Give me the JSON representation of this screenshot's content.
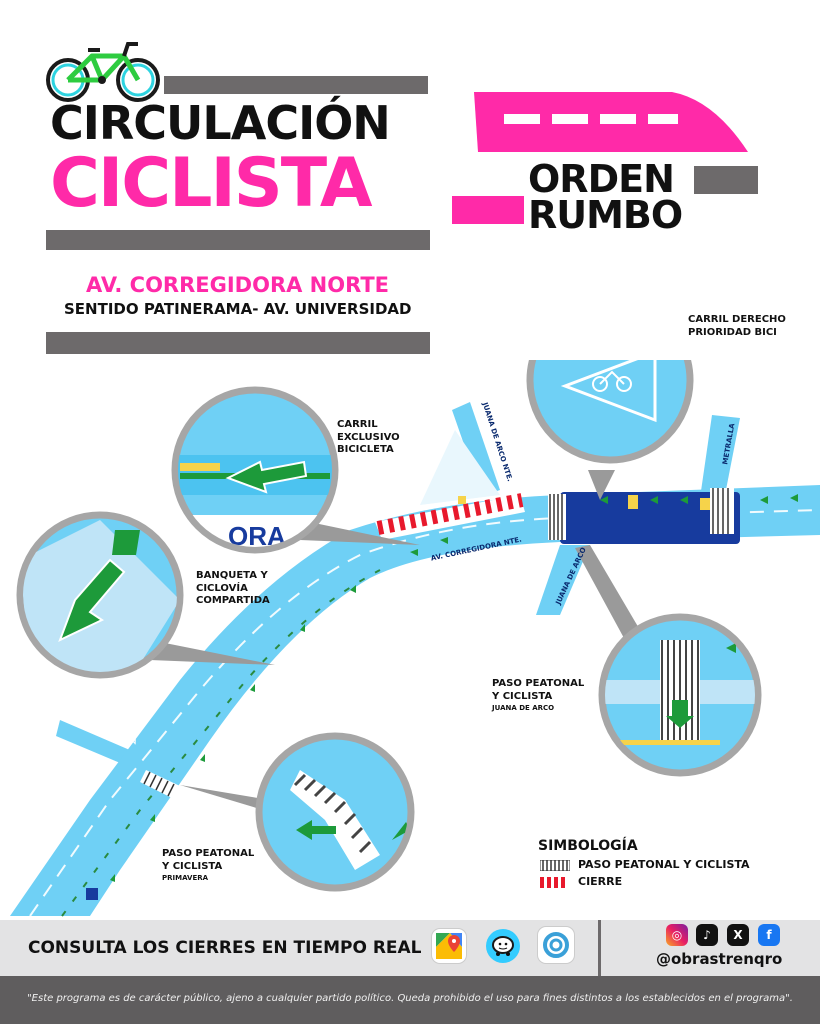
{
  "header": {
    "title_line1": "CIRCULACIÓN",
    "title_line2": "CICLISTA",
    "brand_line1": "ORDEN",
    "brand_line2": "RUMBO"
  },
  "street": {
    "name": "AV. CORREGIDORA NORTE",
    "direction": "SENTIDO PATINERAMA- AV. UNIVERSIDAD"
  },
  "callouts": {
    "carril_derecho": [
      "CARRIL DERECHO",
      "PRIORIDAD BICI"
    ],
    "carril_exclusivo": [
      "CARRIL",
      "EXCLUSIVO",
      "BICICLETA"
    ],
    "banqueta": [
      "BANQUETA Y",
      "CICLOVÍA",
      "COMPARTIDA"
    ],
    "paso_juana": [
      "PASO PEATONAL",
      "Y CICLISTA"
    ],
    "paso_juana_sub": "JUANA DE ARCO",
    "paso_primavera": [
      "PASO PEATONAL",
      "Y CICLISTA"
    ],
    "paso_primavera_sub": "PRIMAVERA"
  },
  "map_labels": {
    "corregidora": "AV. CORREGIDORA NTE.",
    "juana_1": "JUANA DE ARCO NTE.",
    "juana_2": "JUANA DE ARCO",
    "metralla": "METRALLA",
    "primavera": "PRIMAVERA",
    "magnified_text": "ORA"
  },
  "legend": {
    "title": "SIMBOLOGÍA",
    "items": [
      "PASO PEATONAL Y CICLISTA",
      "CIERRE"
    ]
  },
  "bottom": {
    "consulta": "CONSULTA LOS CIERRES EN TIEMPO REAL",
    "handle": "@obrastrenqro"
  },
  "footer": {
    "disclaimer": "\"Este programa es de carácter público, ajeno a cualquier partido político. Queda prohibido el uso para fines distintos  a los establecidos en el programa\"."
  },
  "colors": {
    "pink": "#ff2aa8",
    "grey": "#6d6a6b",
    "road_blue": "#6fd0f5",
    "dark_blue": "#173b9e",
    "green": "#1d9a3a"
  }
}
